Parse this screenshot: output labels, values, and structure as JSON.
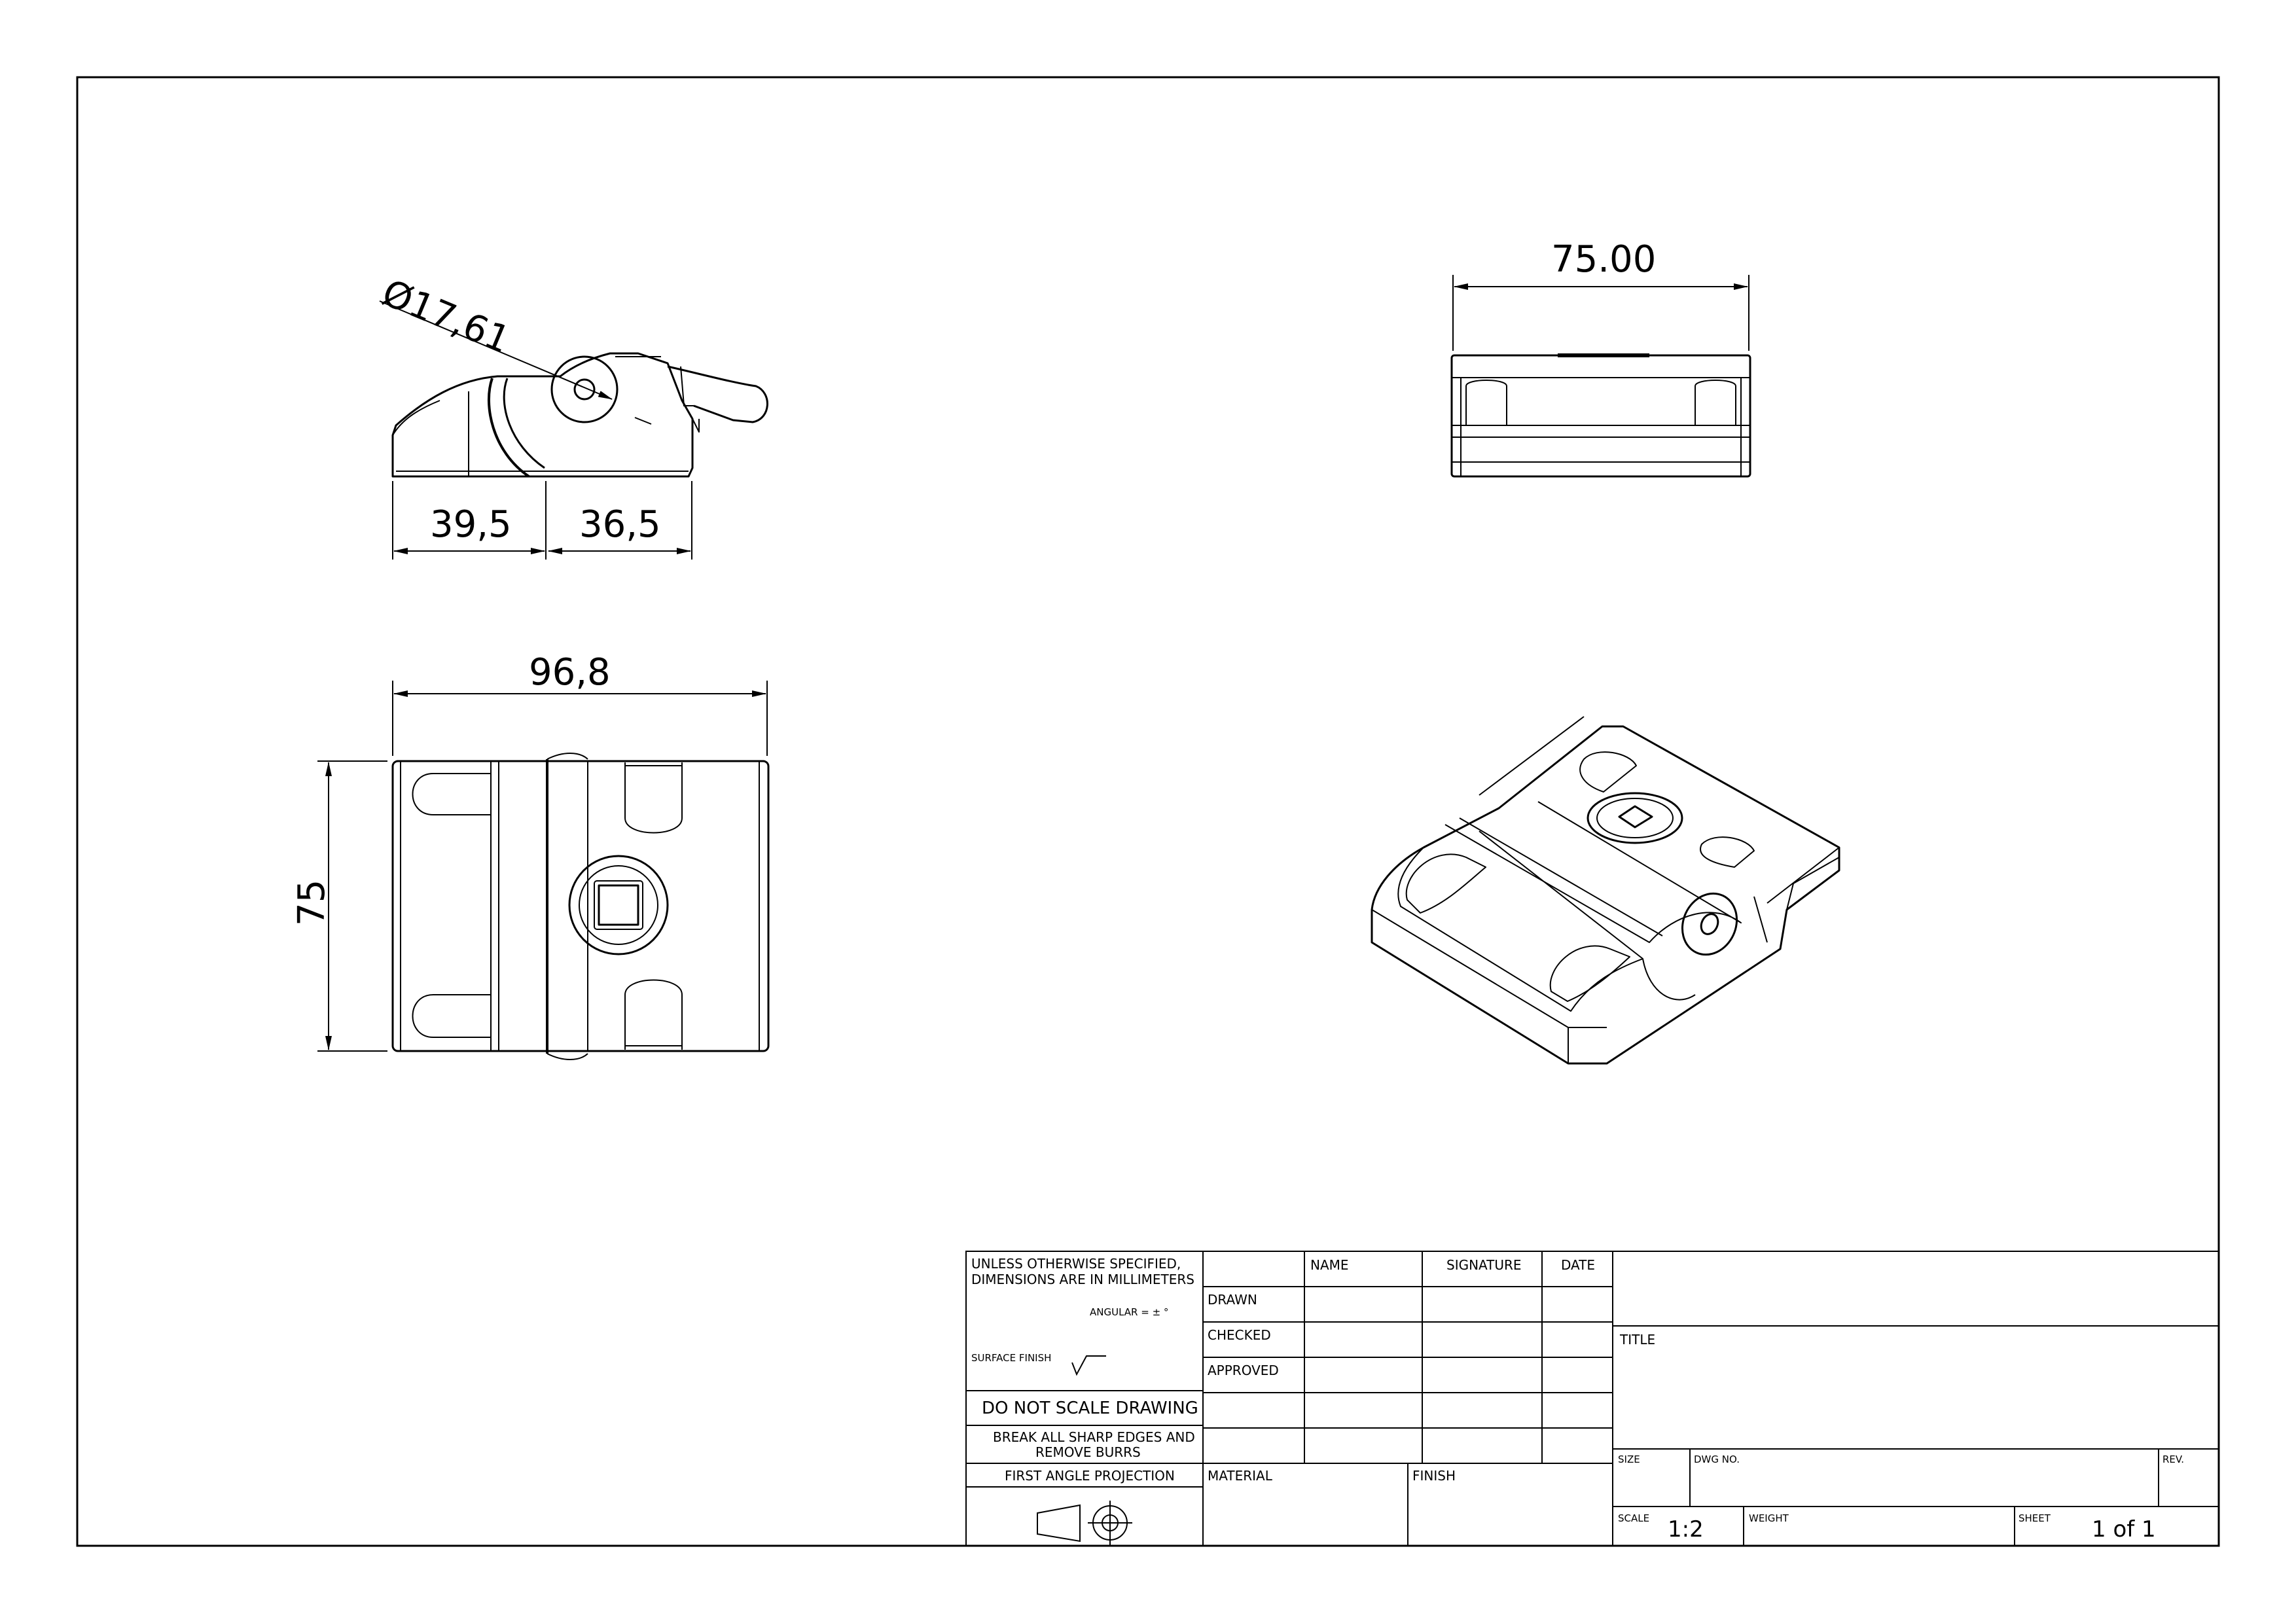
{
  "dimensions": {
    "diameter": "Ø17,61",
    "left_length": "39,5",
    "right_length": "36,5",
    "top_width": "75.00",
    "overall_length": "96,8",
    "height": "75"
  },
  "title_block": {
    "notes": {
      "unless_line1": "UNLESS OTHERWISE SPECIFIED,",
      "unless_line2": "DIMENSIONS ARE IN MILLIMETERS",
      "angular": "ANGULAR = ± °",
      "surface_finish": "SURFACE FINISH",
      "do_not_scale": "DO NOT SCALE DRAWING",
      "break_edges_line1": "BREAK ALL SHARP EDGES AND",
      "break_edges_line2": "REMOVE BURRS",
      "projection": "FIRST ANGLE PROJECTION"
    },
    "table_headers": {
      "name": "NAME",
      "signature": "SIGNATURE",
      "date": "DATE"
    },
    "row_labels": {
      "drawn": "DRAWN",
      "checked": "CHECKED",
      "approved": "APPROVED"
    },
    "material": "MATERIAL",
    "finish": "FINISH",
    "title_label": "TITLE",
    "size_label": "SIZE",
    "dwg_no_label": "DWG NO.",
    "rev_label": "REV.",
    "scale_label": "SCALE",
    "scale_value": "1:2",
    "weight_label": "WEIGHT",
    "sheet_label": "SHEET",
    "sheet_value": "1 of 1"
  }
}
